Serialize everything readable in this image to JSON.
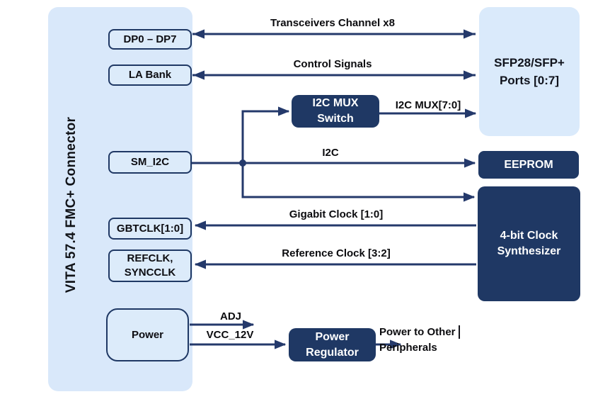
{
  "colors": {
    "navy": "#1f3864",
    "panel_blue": "#d9e8fa",
    "box_blue": "#dcebfa",
    "line": "#24396b",
    "label_text": "#0b0b0e"
  },
  "connector_panel": {
    "title": "VITA 57.4 FMC+ Connector"
  },
  "connector_ports": {
    "dp": "DP0 – DP7",
    "la": "LA Bank",
    "sm_i2c": "SM_I2C",
    "gbtclk": "GBTCLK[1:0]",
    "refclk": "REFCLK,\nSYNCCLK",
    "power": "Power"
  },
  "blocks": {
    "sfp": "SFP28/SFP+\nPorts [0:7]",
    "i2c_mux": "I2C MUX\nSwitch",
    "eeprom": "EEPROM",
    "clock_synth": "4-bit Clock\nSynthesizer",
    "power_regulator": "Power\nRegulator"
  },
  "edge_labels": {
    "transceivers": "Transceivers Channel x8",
    "control": "Control Signals",
    "i2c": "I2C",
    "i2c_mux_bus": "I2C MUX[7:0]",
    "gigabit_clock": "Gigabit Clock [1:0]",
    "reference_clock": "Reference Clock [3:2]",
    "adj": "ADJ",
    "vcc_12v": "VCC_12V",
    "power_out": "Power to Other\nPeripherals"
  }
}
